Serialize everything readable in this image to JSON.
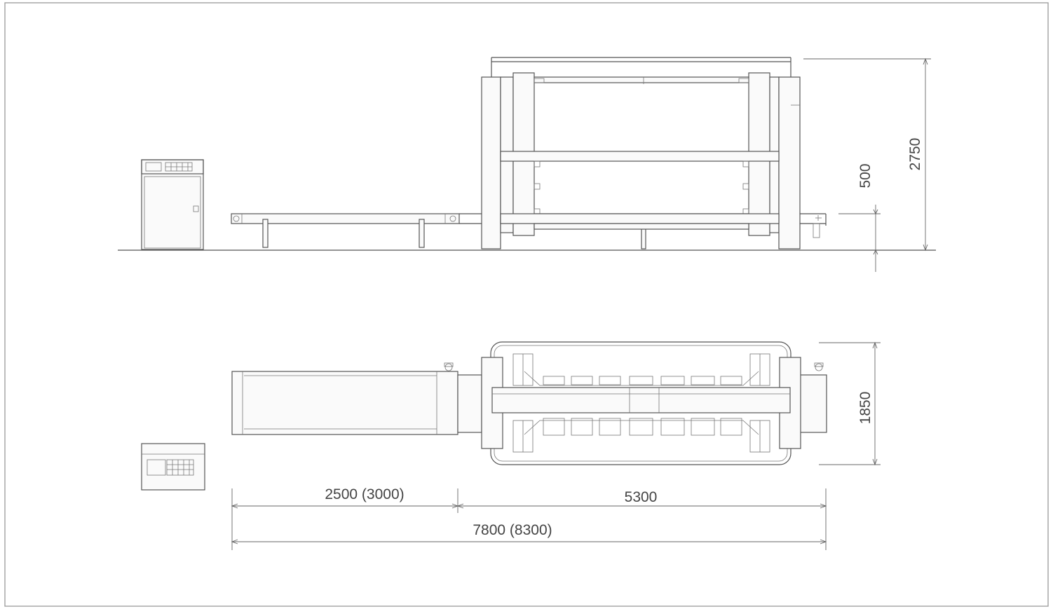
{
  "dimensions": {
    "height_total": "2750",
    "height_table": "500",
    "width_plan": "1850",
    "length_extension": "2500 (3000)",
    "length_main": "5300",
    "length_total": "7800 (8300)"
  }
}
